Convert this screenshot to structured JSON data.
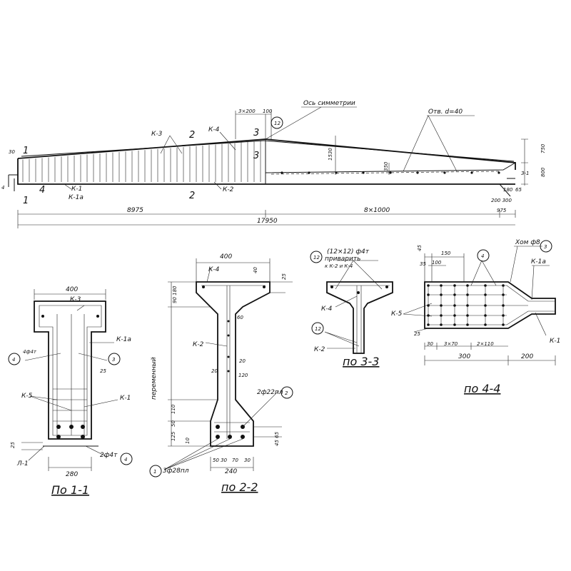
{
  "elevation": {
    "axis_label": "Ось симметрии",
    "hole_label": "Отв. d=40",
    "callout_12": "12",
    "k3": "К-3",
    "k4": "К-4",
    "k2": "К-2",
    "k1": "К-1",
    "k1a": "К-1а",
    "k31": "З-1",
    "cut1": "1",
    "cut2": "2",
    "cut3": "3",
    "cut4": "4",
    "dim_30": "30",
    "dim_4": "4",
    "dim_3x200": "3×200",
    "dim_100": "100",
    "dim_1530": "1530",
    "dim_350": "350",
    "dim_750": "750",
    "dim_800": "800",
    "dim_180": "180",
    "dim_65": "65",
    "dim_200_300": "200 300",
    "dim_8975": "8975",
    "dim_8x1000": "8×1000",
    "dim_975": "975",
    "dim_17950": "17950"
  },
  "section11": {
    "title": "По 1-1",
    "dim_400": "400",
    "k3": "К-3",
    "k1a": "К-1а",
    "c4": "4",
    "c3": "3",
    "bars": "4ф4т",
    "dim_25": "25",
    "k5": "К-5",
    "k1": "К-1",
    "dim_25b": "25",
    "bars2": "2ф4т",
    "c4b": "4",
    "l1": "Л-1",
    "dim_280": "280"
  },
  "section22": {
    "title": "по 2-2",
    "dim_400": "400",
    "k4": "К-4",
    "dim_40": "40",
    "dim_25": "25",
    "dim_90_180": "90 180",
    "dim_60": "60",
    "k2": "К-2",
    "side_label": "переменный",
    "dim_20a": "20",
    "dim_20b": "20",
    "dim_120": "120",
    "bars": "2ф22пл",
    "c2": "2",
    "dim_110": "110",
    "dim_50": "50",
    "dim_125": "125",
    "dim_10": "10",
    "dim_45_65": "45 65",
    "dim_50_30": "50 30",
    "dim_70": "70",
    "dim_30": "30",
    "dim_240": "240",
    "c1": "1",
    "bars_bottom": "3ф28пл"
  },
  "section33": {
    "title": "по 3-3",
    "c12": "12",
    "bars": "(12×12) ф4т",
    "note1": "приварить",
    "note2": "к К-2 и К-4",
    "k4": "К-4",
    "c12b": "12",
    "k2": "К-2"
  },
  "section44": {
    "title": "по 4-4",
    "dim_45": "45",
    "dim_150": "150",
    "c4": "4",
    "hom": "Хом ф8",
    "c3": "3",
    "k1a": "К-1а",
    "dim_35": "35",
    "dim_100": "100",
    "k5": "К-5",
    "dim_25": "25",
    "k1": "К-1",
    "dim_30": "30",
    "dim_3x70": "3×70",
    "dim_2x110": "2×110",
    "dim_300": "300",
    "dim_200": "200"
  }
}
